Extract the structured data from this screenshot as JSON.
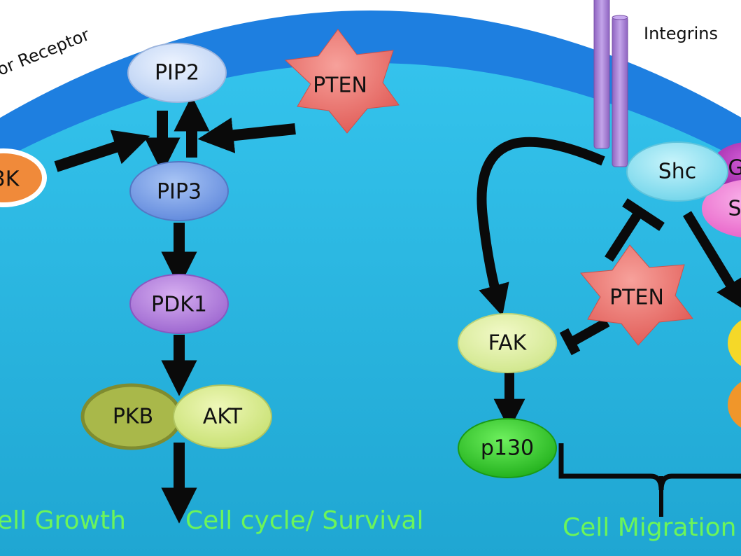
{
  "membrane_labels": {
    "receptor": "or Receptor",
    "integrins": "Integrins"
  },
  "nodes": {
    "pip2": "PIP2",
    "pip3": "PIP3",
    "pi3k": "3K",
    "pten_top": "PTEN",
    "pdk1": "PDK1",
    "pkb": "PKB",
    "akt": "AKT",
    "shc": "Shc",
    "grb_partial": "G",
    "sos_partial": "S",
    "pten_right": "PTEN",
    "fak": "FAK",
    "p130": "p130"
  },
  "outcomes": {
    "cell_growth": "ell Growth",
    "cell_cycle": "Cell cycle/ Survival",
    "cell_migration": "Cell Migration"
  },
  "colors": {
    "membrane_outer": "#1e7fe0",
    "cytoplasm": "#27b4e0",
    "pten": "#ef6f6a",
    "pip2": "#cfe0f8",
    "pip3": "#7fa6ea",
    "pdk1": "#b985e0",
    "pkb": "#a9b84a",
    "akt": "#d8ec88",
    "pi3k": "#f08a3a",
    "shc": "#8ee2f2",
    "grb": "#b02ab8",
    "sos": "#f07ad8",
    "fak": "#e0f0a0",
    "p130": "#2fcf2a",
    "yellow_node": "#f5d828",
    "orange_node": "#f0962a",
    "integrin": "#a07ad0",
    "outcome_text": "#6cf55a"
  }
}
